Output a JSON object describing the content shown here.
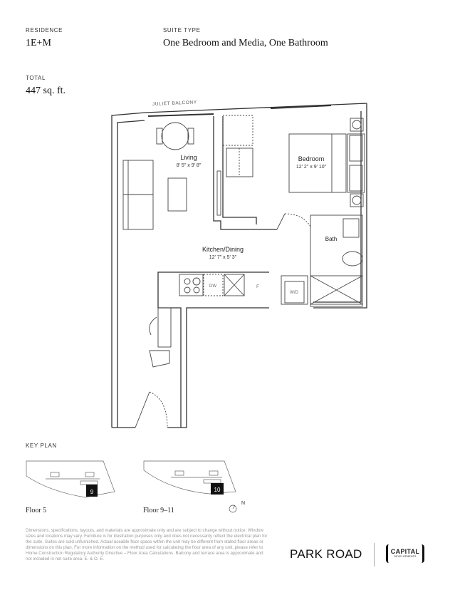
{
  "header": {
    "residence_label": "RESIDENCE",
    "residence_value": "1E+M",
    "suite_type_label": "SUITE TYPE",
    "suite_type_value": "One Bedroom and Media, One Bathroom",
    "total_label": "TOTAL",
    "total_value": "447 sq. ft."
  },
  "plan": {
    "balcony": "JULIET BALCONY",
    "rooms": [
      {
        "name": "Living",
        "dims": "8' 5\" x 9' 8\""
      },
      {
        "name": "Bedroom",
        "dims": "12' 2\" x 9' 10\""
      },
      {
        "name": "Kitchen/Dining",
        "dims": "12' 7\" x 5' 3\""
      },
      {
        "name": "Bath"
      }
    ],
    "fixtures": {
      "dishwasher": "DW",
      "fridge": "F",
      "washer_dryer": "W/D"
    }
  },
  "key_plan": {
    "title": "KEY PLAN",
    "floors": [
      {
        "label": "Floor 5",
        "unit": "9"
      },
      {
        "label": "Floor 9–11",
        "unit": "10"
      }
    ],
    "north": "N"
  },
  "footer": {
    "disclaimer": "Dimensions, specifications, layouts, and materials are approximate only and are subject to change without notice. Window sizes and locations may vary. Furniture is for illustration purposes only and does not necessarily reflect the electrical plan for the suite. Suites are sold unfurnished. Actual useable floor space within the unit may be different from stated floor areas or dimensions on this plan. For more information on the method used for calculating the floor area of any unit, please refer to Home Construction Regulatory Authority Directive – Floor Area Calculations. Balcony and terrace area is approximate and not included in net suite area. E. & O. E.",
    "project": "PARK ROAD",
    "developer": "CAPITAL",
    "developer_sub": "DEVELOPMENTS"
  }
}
